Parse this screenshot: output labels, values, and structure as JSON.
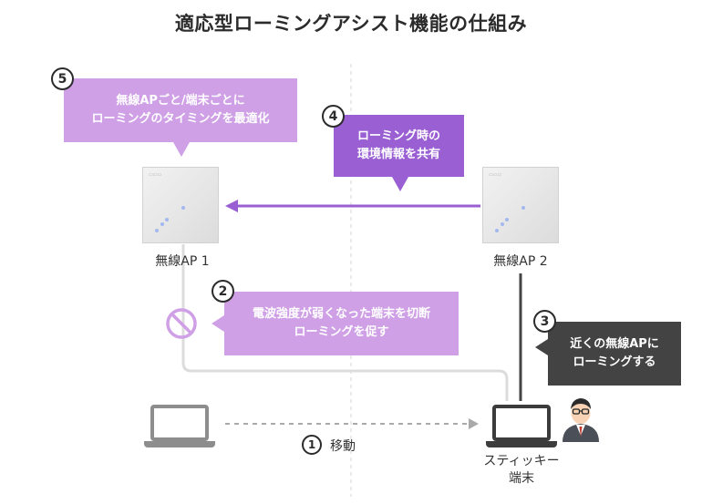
{
  "title": "適応型ローミングアシスト機能の仕組み",
  "steps": {
    "s1": {
      "number": "1",
      "text": "移動"
    },
    "s2": {
      "number": "2",
      "lines": [
        "電波強度が弱くなった端末を切断",
        "ローミングを促す"
      ]
    },
    "s3": {
      "number": "3",
      "lines": [
        "近くの無線APに",
        "ローミングする"
      ]
    },
    "s4": {
      "number": "4",
      "lines": [
        "ローミング時の",
        "環境情報を共有"
      ]
    },
    "s5": {
      "number": "5",
      "lines": [
        "無線APごと/端末ごとに",
        "ローミングのタイミングを最適化"
      ]
    }
  },
  "ap1_label": "無線AP 1",
  "ap2_label": "無線AP 2",
  "device_label": [
    "スティッキー",
    "端末"
  ],
  "colors": {
    "light_purple": "#cfa0e6",
    "purple": "#9a5fd3",
    "dark": "#434343",
    "gray_line": "#d9d9d9",
    "laptop_gray": "#8d8d8d",
    "laptop_dark": "#3c3c3c"
  },
  "icons": [
    "prohibited-icon",
    "wifi-icon",
    "person-icon"
  ]
}
